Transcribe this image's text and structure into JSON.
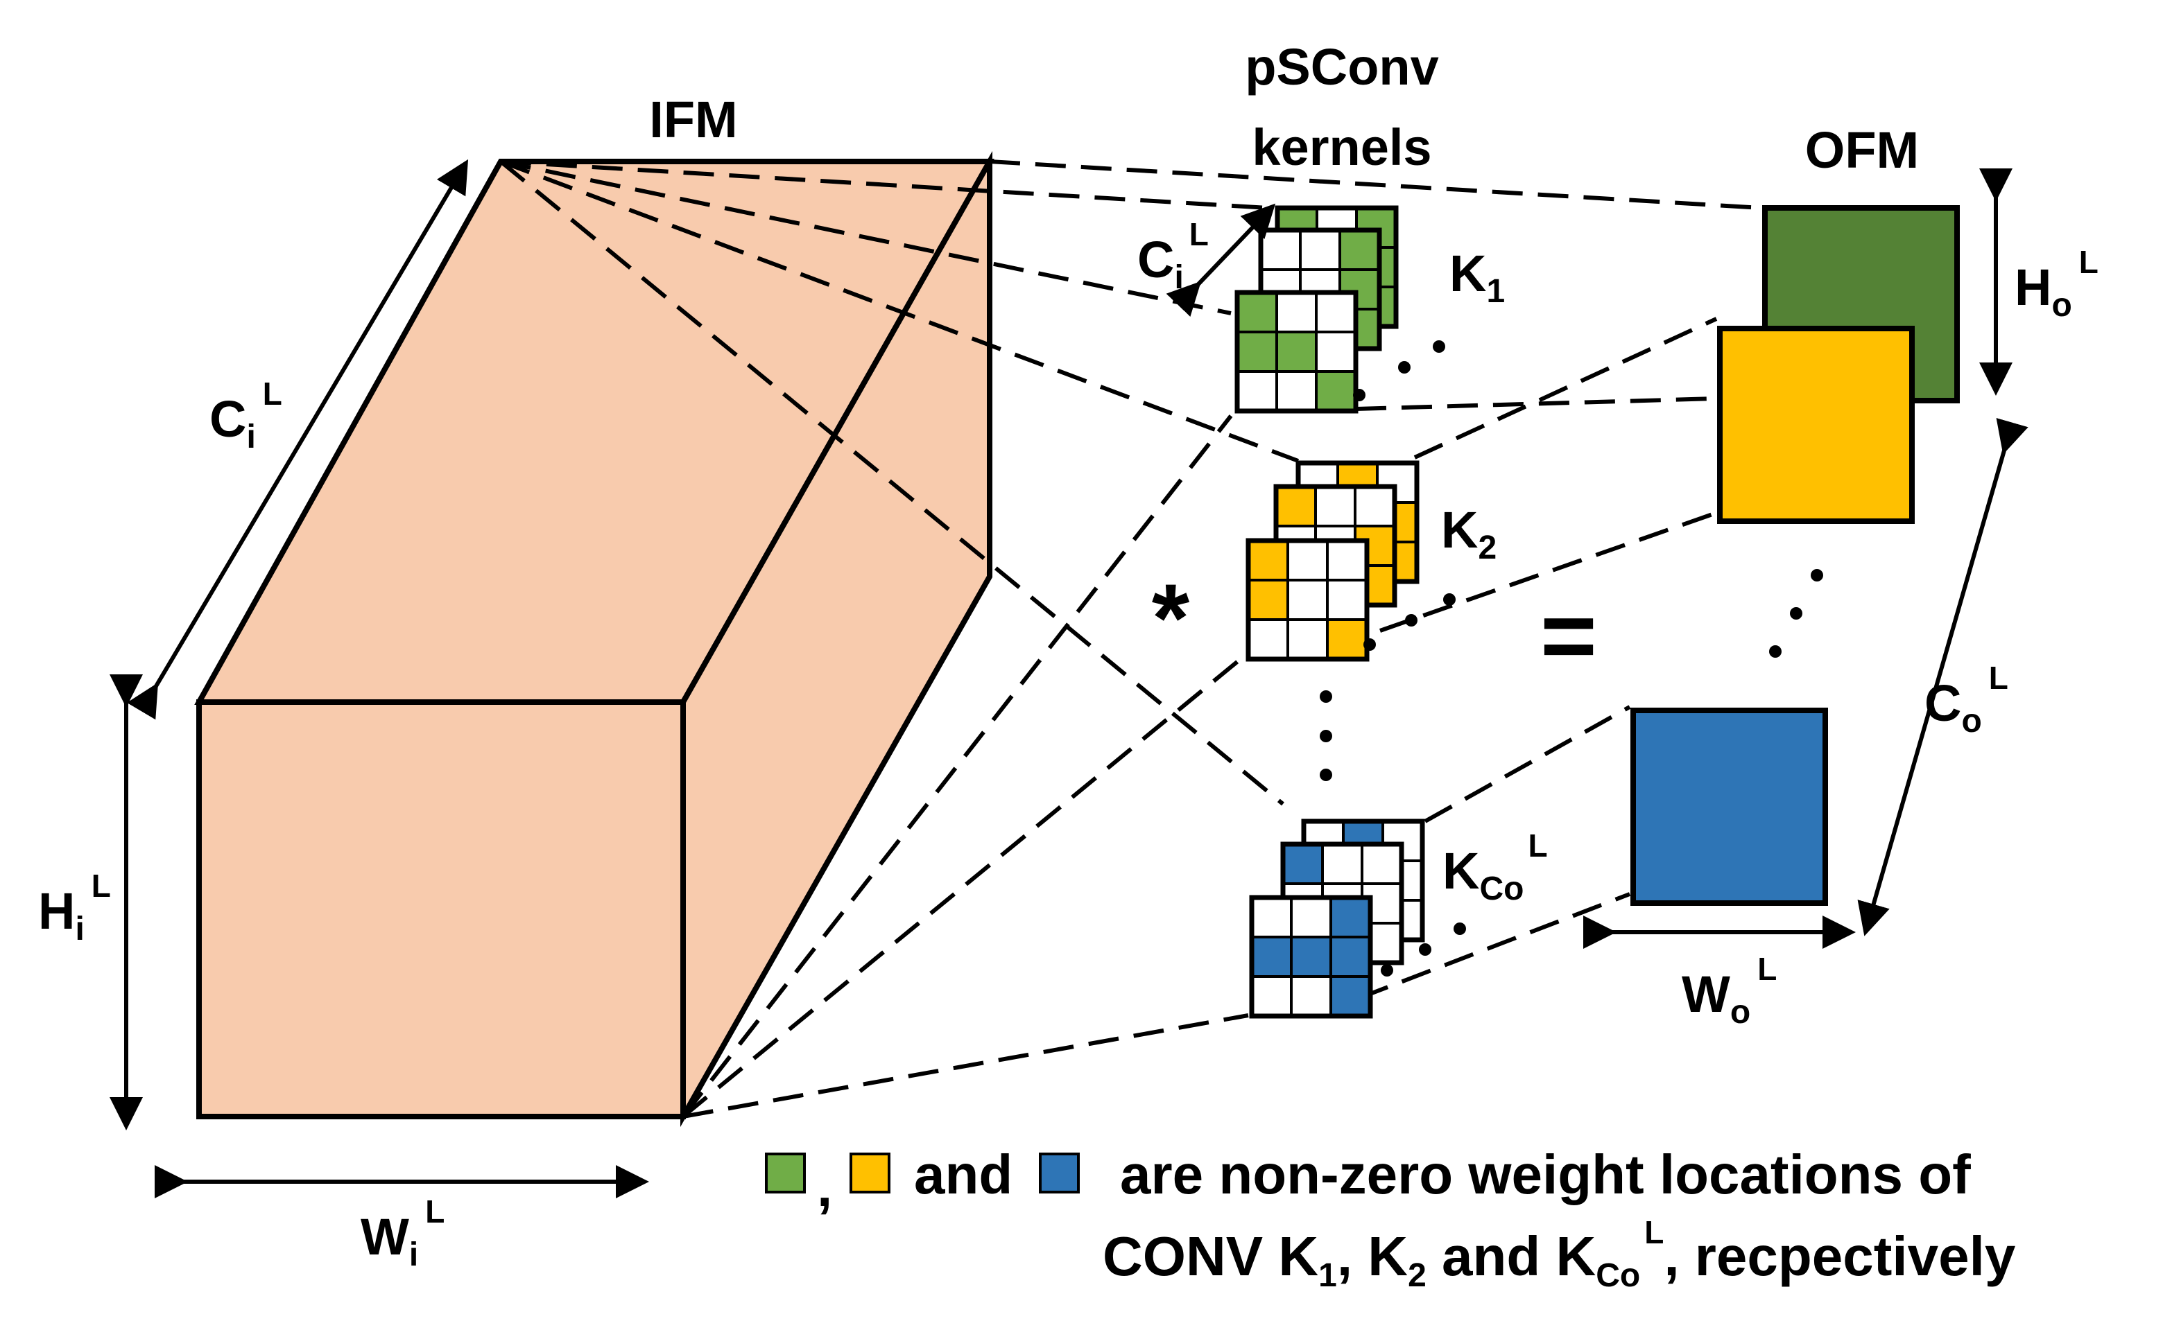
{
  "colors": {
    "ifm_face": "#F8CBAD",
    "green": "#70AD47",
    "ofm_green": "#548235",
    "yellow": "#FFC000",
    "blue": "#2E75B6",
    "empty": "#FFFFFF",
    "outline": "#000000"
  },
  "ifm": {
    "title": "IFM"
  },
  "kernels": {
    "title_line1": "pSConv",
    "title_line2": "kernels",
    "k1": {
      "base": "K",
      "sub": "1"
    },
    "k2": {
      "base": "K",
      "sub": "2"
    },
    "kco": {
      "base": "K",
      "sub": "Co",
      "sup": "L"
    }
  },
  "ofm": {
    "title": "OFM"
  },
  "dimensions": {
    "ci": {
      "base": "C",
      "sub": "i",
      "sup": "L"
    },
    "hi": {
      "base": "H",
      "sub": "i",
      "sup": "L"
    },
    "wi": {
      "base": "W",
      "sub": "i",
      "sup": "L"
    },
    "ci_kernel": {
      "base": "C",
      "sub": "i",
      "sup": "L"
    },
    "ho": {
      "base": "H",
      "sub": "o",
      "sup": "L"
    },
    "wo": {
      "base": "W",
      "sub": "o",
      "sup": "L"
    },
    "co": {
      "base": "C",
      "sub": "o",
      "sup": "L"
    }
  },
  "operators": {
    "convolve": "*",
    "equals": "="
  },
  "legend": {
    "comma": ",",
    "and": "and",
    "line1_rest": "are non-zero weight locations of",
    "line2_a": "CONV K",
    "line2_sub1": "1",
    "line2_b": ", K",
    "line2_sub2": "2",
    "line2_c": " and K",
    "line2_sub3": "Co",
    "line2_sup3": "L",
    "line2_d": ", recpectively"
  }
}
